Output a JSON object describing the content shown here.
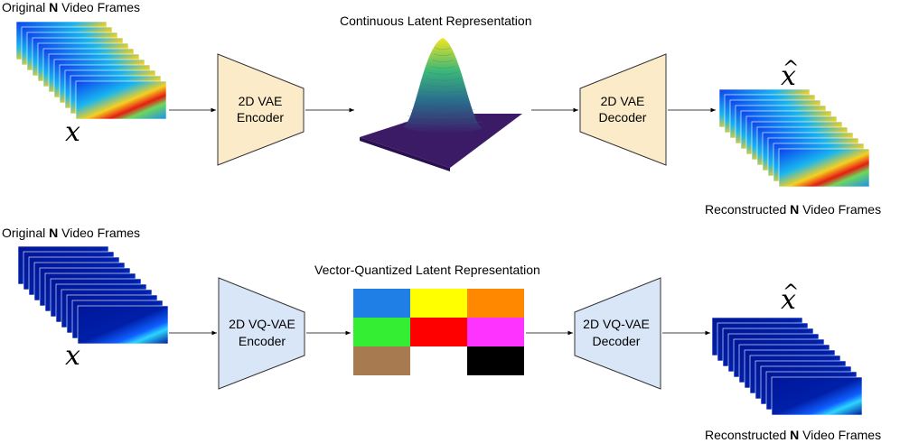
{
  "top": {
    "input_label_pre": "Original ",
    "input_label_bold": "N",
    "input_label_post": " Video Frames",
    "input_var": "x",
    "encoder": {
      "line1": "2D VAE",
      "line2": "Encoder"
    },
    "latent_title": "Continuous Latent Representation",
    "decoder": {
      "line1": "2D VAE",
      "line2": "Decoder"
    },
    "output_var": "x",
    "output_hat": "^",
    "output_label_pre": "Reconstructed ",
    "output_label_bold": "N",
    "output_label_post": " Video Frames"
  },
  "bottom": {
    "input_label_pre": "Original ",
    "input_label_bold": "N",
    "input_label_post": " Video Frames",
    "input_var": "x",
    "encoder": {
      "line1": "2D VQ-VAE",
      "line2": "Encoder"
    },
    "latent_title": "Vector-Quantized Latent Representation",
    "decoder": {
      "line1": "2D VQ-VAE",
      "line2": "Decoder"
    },
    "output_var": "x",
    "output_hat": "^",
    "output_label_pre": "Reconstructed ",
    "output_label_bold": "N",
    "output_label_post": " Video Frames",
    "codebook_colors": [
      "#1f7fe6",
      "#ffff00",
      "#ff8800",
      "#33ee33",
      "#ff0000",
      "#ff33ff",
      "#a87a4f",
      "#ffffff",
      "#000000"
    ]
  },
  "colors": {
    "vae_block": "#fbebc8",
    "vqvae_block": "#d9e6f7",
    "block_stroke": "#333333",
    "arrow": "#000000"
  }
}
